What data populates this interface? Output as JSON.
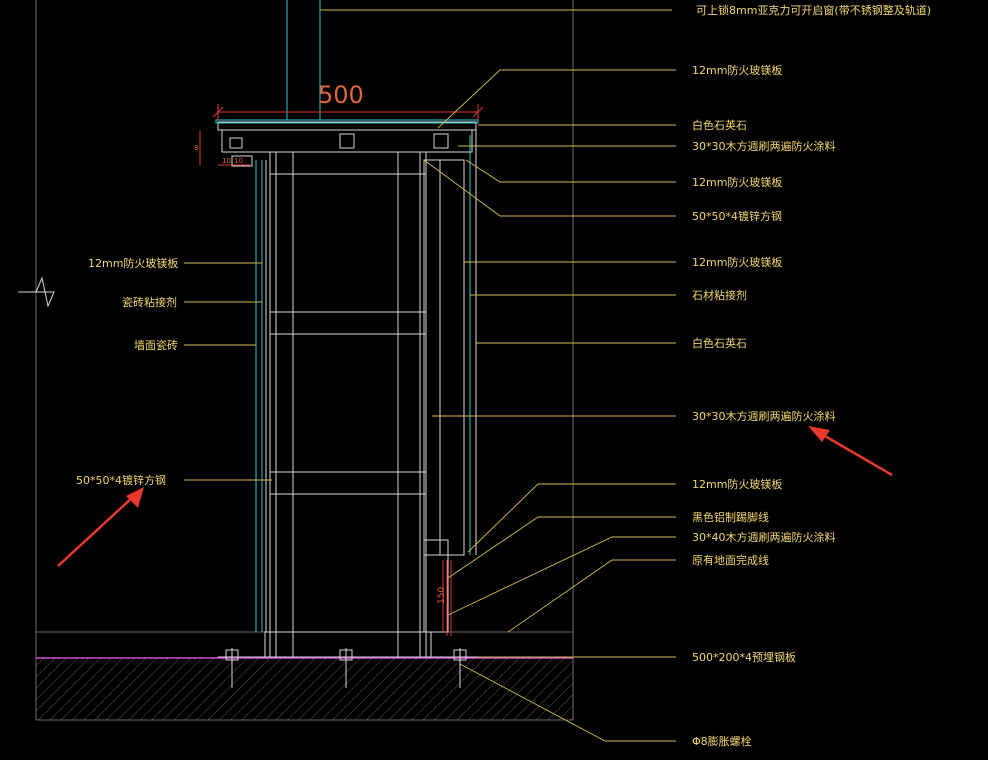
{
  "drawing": {
    "dimension_500": "500",
    "dimension_150": "150",
    "dim_small": [
      "8",
      "10",
      "10"
    ]
  },
  "labels": {
    "top_note": "可上锁8mm亚克力可开启窗(带不锈钢整及轨道)",
    "right": [
      "12mm防火玻镁板",
      "白色石英石",
      "30*30木方週刷两遍防火涂料",
      "12mm防火玻镁板",
      "50*50*4镀锌方钢",
      "12mm防火玻镁板",
      "石材粘接剂",
      "白色石英石",
      "30*30木方週刷两遍防火涂料",
      "12mm防火玻镁板",
      "黑色铝制踢脚线",
      "30*40木方週刷两遍防火涂料",
      "原有地面完成线",
      "500*200*4预埋钢板",
      "Φ8膨胀螺栓"
    ],
    "left": [
      "12mm防火玻镁板",
      "瓷砖粘接剂",
      "墙面瓷砖",
      "50*50*4镀锌方钢"
    ]
  },
  "colors": {
    "background": "#000000",
    "label": "#f5d76e",
    "leader": "#d7b94a",
    "cyan": "#2fc6cf",
    "arrow": "#e8392c",
    "dimension": "#e0643c"
  }
}
